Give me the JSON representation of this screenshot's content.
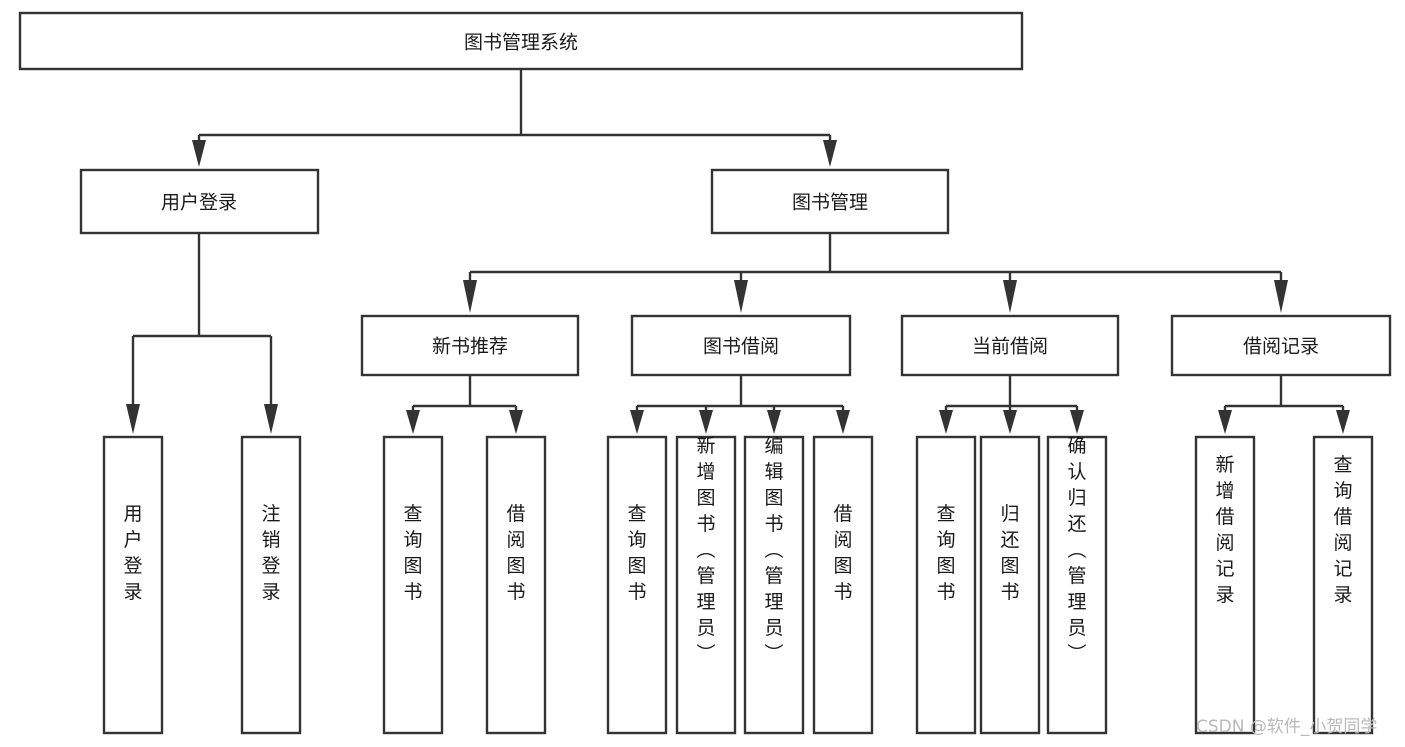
{
  "diagram": {
    "title": "图书管理系统",
    "type": "tree-hierarchy-chart",
    "background_color": "#ffffff",
    "line_color": "#333333",
    "text_color": "#1a1a1a",
    "root": {
      "id": "root",
      "label": "图书管理系统"
    },
    "level2": [
      {
        "id": "user-login",
        "label": "用户登录"
      },
      {
        "id": "book-management",
        "label": "图书管理"
      }
    ],
    "level3": [
      {
        "id": "new-book-recommend",
        "label": "新书推荐",
        "parent": "book-management"
      },
      {
        "id": "book-borrow",
        "label": "图书借阅",
        "parent": "book-management"
      },
      {
        "id": "current-borrow",
        "label": "当前借阅",
        "parent": "book-management"
      },
      {
        "id": "borrow-record",
        "label": "借阅记录",
        "parent": "book-management"
      }
    ],
    "leaves": {
      "user-login": [
        {
          "id": "leaf-user-login",
          "label": "用户登录"
        },
        {
          "id": "leaf-user-logout",
          "label": "注销登录"
        }
      ],
      "new-book-recommend": [
        {
          "id": "leaf-query-book-1",
          "label": "查询图书"
        },
        {
          "id": "leaf-borrow-book-1",
          "label": "借阅图书"
        }
      ],
      "book-borrow": [
        {
          "id": "leaf-query-book-2",
          "label": "查询图书"
        },
        {
          "id": "leaf-add-book",
          "label": "新增图书（管理员）"
        },
        {
          "id": "leaf-edit-book",
          "label": "编辑图书（管理员）"
        },
        {
          "id": "leaf-borrow-book-2",
          "label": "借阅图书"
        }
      ],
      "current-borrow": [
        {
          "id": "leaf-query-book-3",
          "label": "查询图书"
        },
        {
          "id": "leaf-return-book",
          "label": "归还图书"
        },
        {
          "id": "leaf-confirm-return",
          "label": "确认归还（管理员）"
        }
      ],
      "borrow-record": [
        {
          "id": "leaf-add-record",
          "label": "新增借阅记录"
        },
        {
          "id": "leaf-query-record",
          "label": "查询借阅记录"
        }
      ]
    }
  },
  "watermark": {
    "text": "CSDN @软件_小贺同学",
    "color": "#b9b9b9"
  }
}
